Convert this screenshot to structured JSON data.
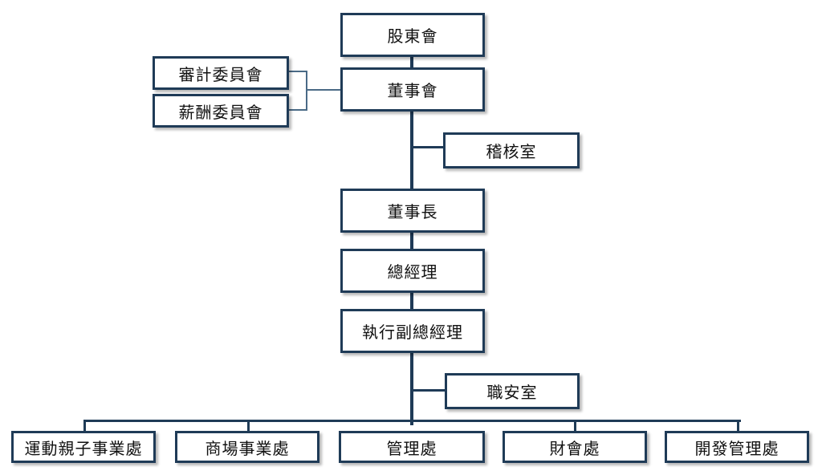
{
  "nodes": {
    "shareholders": "股東會",
    "board": "董事會",
    "audit_committee": "審計委員會",
    "remuneration_committee": "薪酬委員會",
    "internal_audit": "稽核室",
    "chairman": "董事長",
    "general_manager": "總經理",
    "executive_vp": "執行副總經理",
    "safety_office": "職安室",
    "departments": [
      "運動親子事業處",
      "商場事業處",
      "管理處",
      "財會處",
      "開發管理處"
    ]
  },
  "colors": {
    "border": "#1f3b57",
    "text": "#111111"
  }
}
